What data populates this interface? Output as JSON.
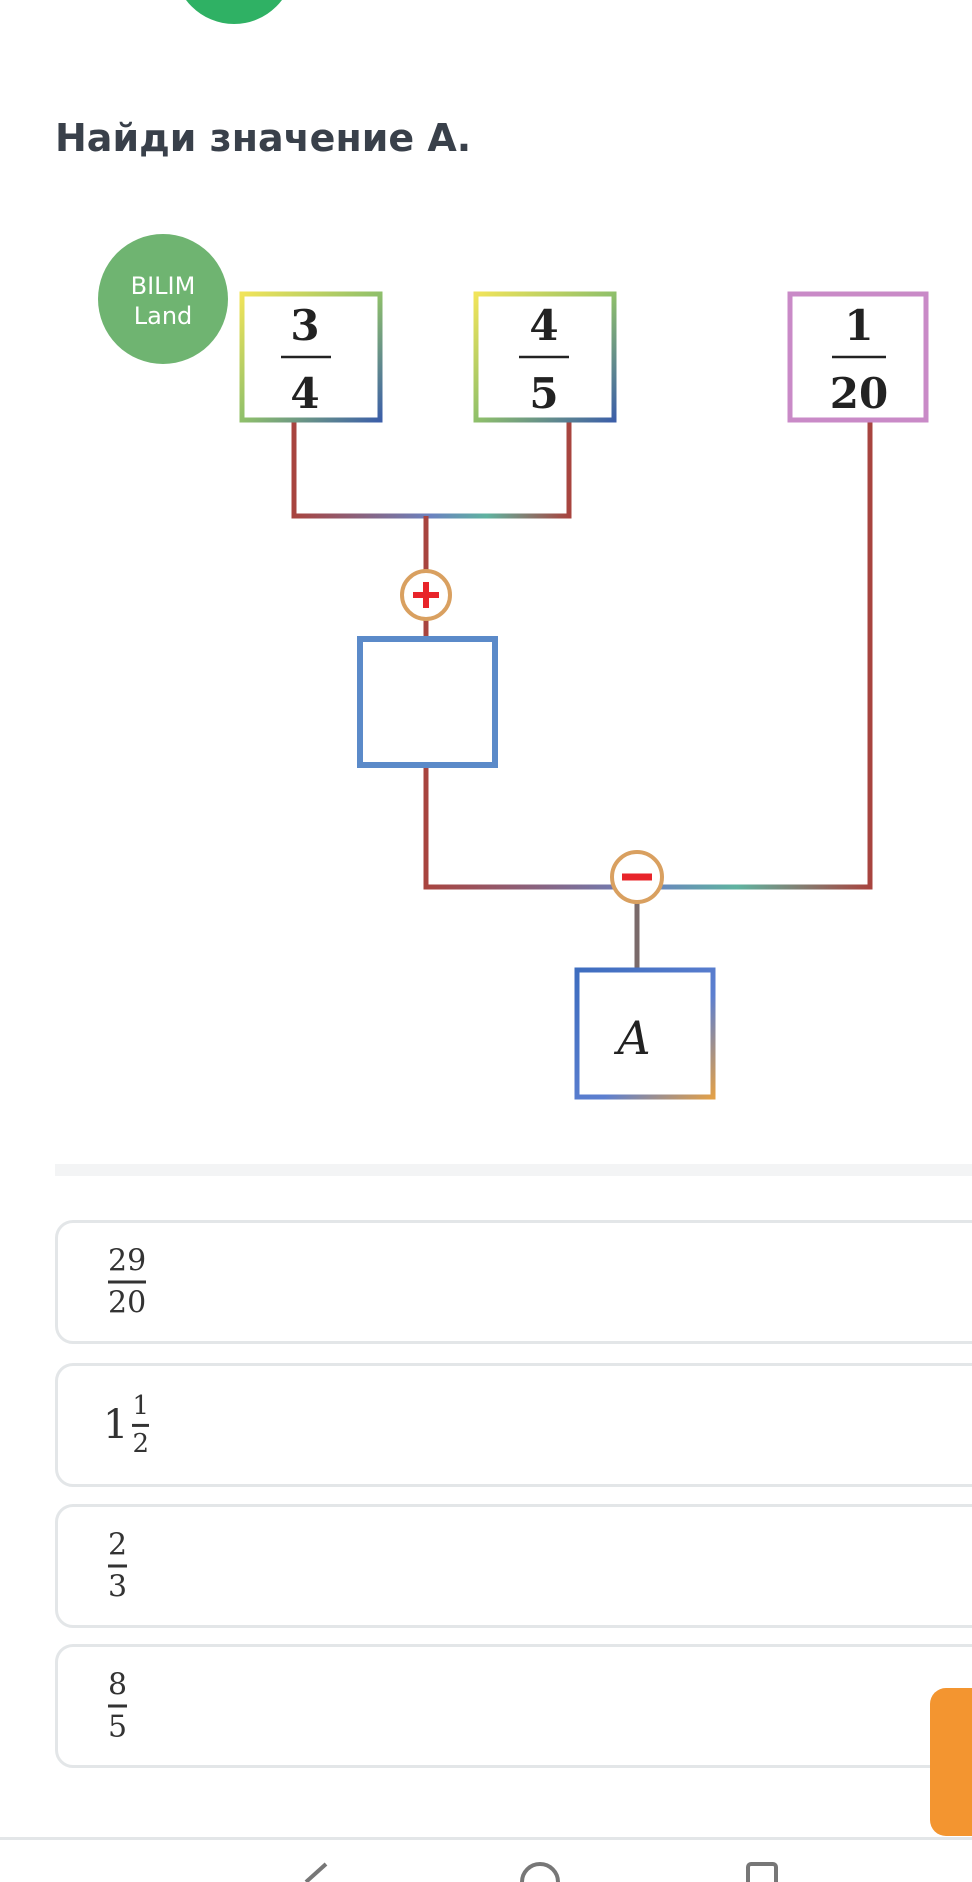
{
  "question": {
    "title": "Найди значение А."
  },
  "logo": {
    "line1": "BILIM",
    "line2": "Land"
  },
  "diagram": {
    "inputs": [
      {
        "num": "3",
        "den": "4"
      },
      {
        "num": "4",
        "den": "5"
      },
      {
        "num": "1",
        "den": "20"
      }
    ],
    "operators": [
      "+",
      "−"
    ],
    "result_label": "A"
  },
  "options": [
    {
      "type": "fraction",
      "num": "29",
      "den": "20"
    },
    {
      "type": "mixed",
      "whole": "1",
      "num": "1",
      "den": "2"
    },
    {
      "type": "fraction",
      "num": "2",
      "den": "3"
    },
    {
      "type": "fraction",
      "num": "8",
      "den": "5"
    }
  ],
  "colors": {
    "accent": "#f39530",
    "logo": "#6fb471",
    "wire": "#a8443f"
  }
}
